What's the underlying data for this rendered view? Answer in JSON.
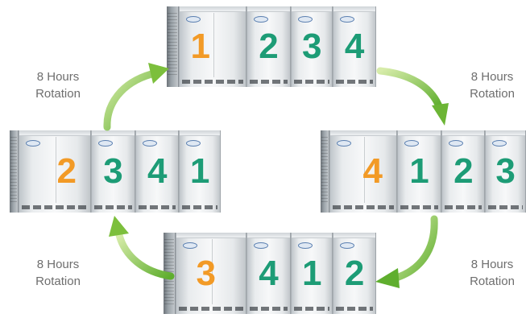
{
  "labels": {
    "top_left": {
      "line1": "8 Hours",
      "line2": "Rotation"
    },
    "top_right": {
      "line1": "8 Hours",
      "line2": "Rotation"
    },
    "bottom_left": {
      "line1": "8 Hours",
      "line2": "Rotation"
    },
    "bottom_right": {
      "line1": "8 Hours",
      "line2": "Rotation"
    }
  },
  "groups": {
    "top": [
      "1",
      "2",
      "3",
      "4"
    ],
    "right": [
      "4",
      "1",
      "2",
      "3"
    ],
    "bottom": [
      "3",
      "4",
      "1",
      "2"
    ],
    "left": [
      "2",
      "3",
      "4",
      "1"
    ]
  },
  "colors": {
    "lead_unit": "#f29a26",
    "other_units": "#1d9c76",
    "arrow": "#8cc63f",
    "label_text": "#6e6e6e"
  }
}
